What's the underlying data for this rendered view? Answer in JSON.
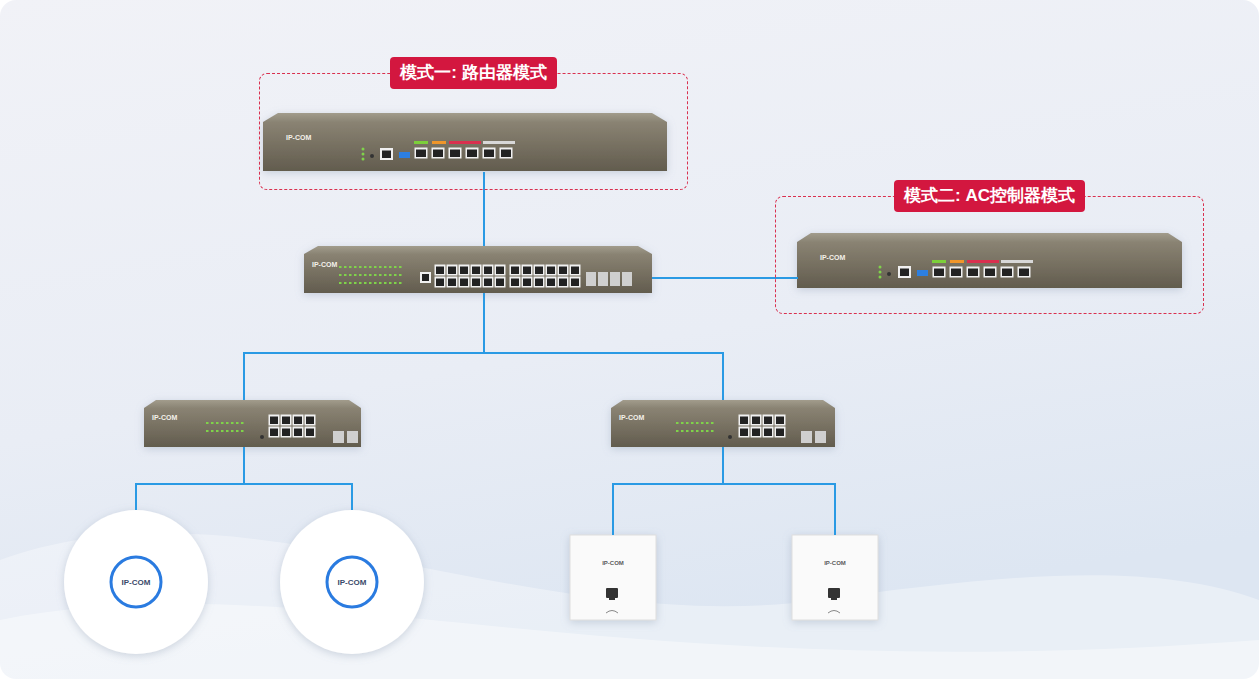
{
  "diagram": {
    "nodes": [
      {
        "text": [
          "模式一: 路由器模式"
        ]
      },
      {
        "text": [
          "IP-COM"
        ],
        "in": 0
      },
      {
        "text": [
          "模式二: AC控制器模式"
        ]
      },
      {
        "text": [
          "IP-COM"
        ],
        "in": 2
      },
      {
        "text": [
          "IP-COM"
        ]
      },
      {
        "text": [
          "IP-COM"
        ]
      },
      {
        "text": [
          "IP-COM"
        ]
      },
      {
        "text": [
          "IP-COM"
        ]
      },
      {
        "text": [
          "IP-COM"
        ]
      },
      {
        "text": [
          "IP-COM"
        ]
      },
      {
        "text": [
          "IP-COM"
        ]
      }
    ],
    "edges": [
      {
        "from": 1,
        "to": 4,
        "arrow": "none"
      },
      {
        "from": 4,
        "to": 3,
        "arrow": "none"
      },
      {
        "from": 4,
        "to": 5,
        "arrow": "none"
      },
      {
        "from": 4,
        "to": 6,
        "arrow": "none"
      },
      {
        "from": 5,
        "to": 7,
        "arrow": "none"
      },
      {
        "from": 5,
        "to": 8,
        "arrow": "none"
      },
      {
        "from": 6,
        "to": 9,
        "arrow": "none"
      },
      {
        "from": 6,
        "to": 10,
        "arrow": "none"
      }
    ]
  }
}
